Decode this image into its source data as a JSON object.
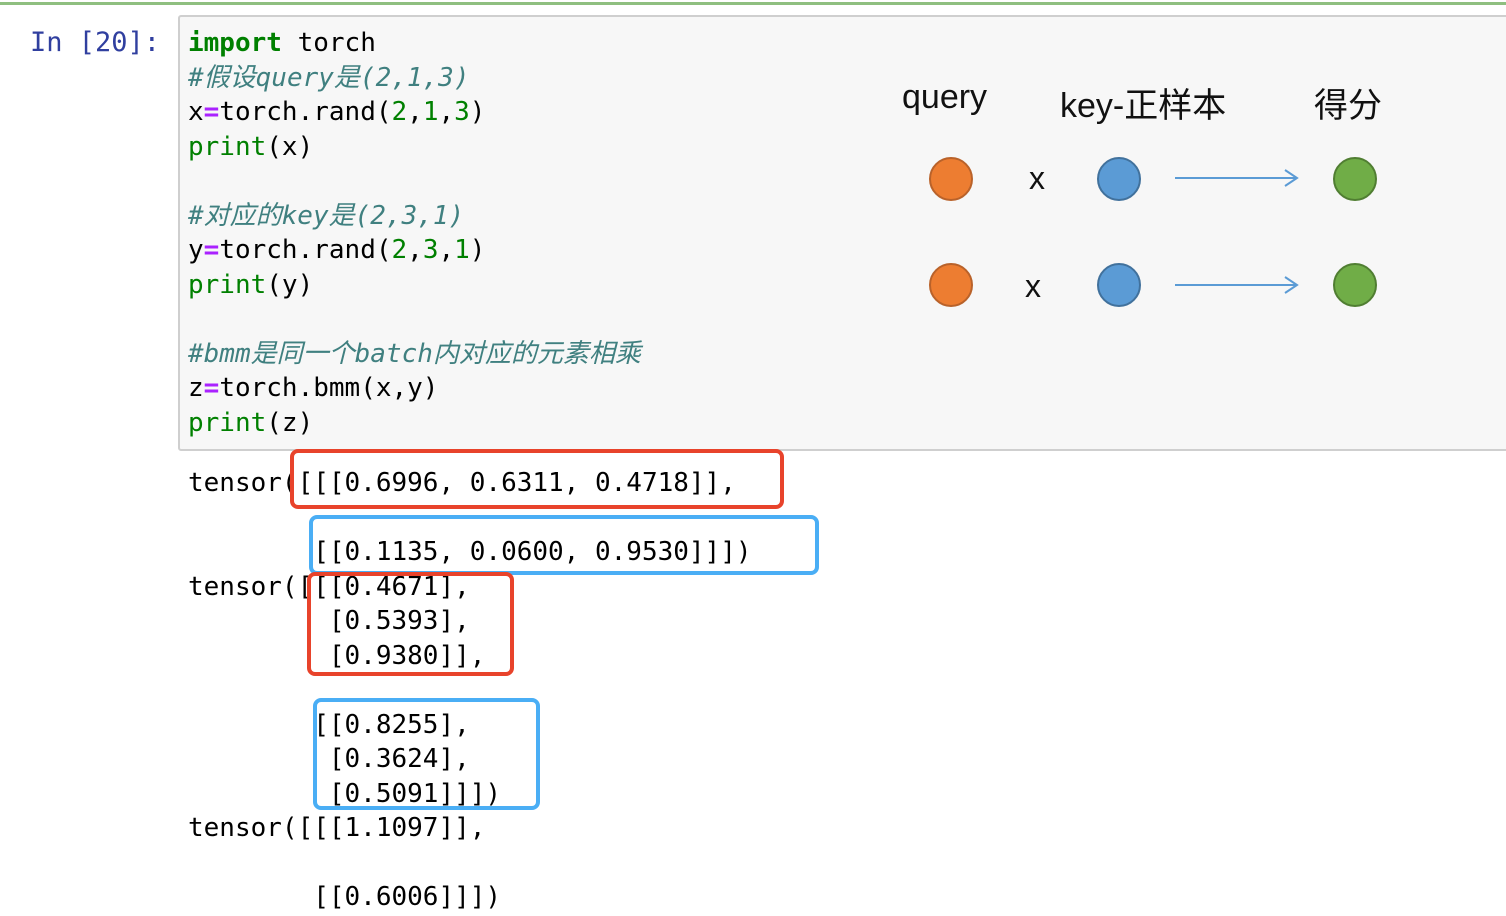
{
  "notebook": {
    "prompt": "In [20]:",
    "code_lines": [
      [
        {
          "t": "import",
          "c": "kw"
        },
        {
          "t": " torch",
          "c": ""
        }
      ],
      [
        {
          "t": "#假设query是(2,1,3)",
          "c": "cm"
        }
      ],
      [
        {
          "t": "x",
          "c": ""
        },
        {
          "t": "=",
          "c": "op"
        },
        {
          "t": "torch.rand(",
          "c": ""
        },
        {
          "t": "2",
          "c": "num"
        },
        {
          "t": ",",
          "c": ""
        },
        {
          "t": "1",
          "c": "num"
        },
        {
          "t": ",",
          "c": ""
        },
        {
          "t": "3",
          "c": "num"
        },
        {
          "t": ")",
          "c": ""
        }
      ],
      [
        {
          "t": "print",
          "c": "bi"
        },
        {
          "t": "(x)",
          "c": ""
        }
      ],
      [],
      [
        {
          "t": "#对应的key是(2,3,1)",
          "c": "cm"
        }
      ],
      [
        {
          "t": "y",
          "c": ""
        },
        {
          "t": "=",
          "c": "op"
        },
        {
          "t": "torch.rand(",
          "c": ""
        },
        {
          "t": "2",
          "c": "num"
        },
        {
          "t": ",",
          "c": ""
        },
        {
          "t": "3",
          "c": "num"
        },
        {
          "t": ",",
          "c": ""
        },
        {
          "t": "1",
          "c": "num"
        },
        {
          "t": ")",
          "c": ""
        }
      ],
      [
        {
          "t": "print",
          "c": "bi"
        },
        {
          "t": "(y)",
          "c": ""
        }
      ],
      [],
      [
        {
          "t": "#bmm是同一个batch内对应的元素相乘",
          "c": "cm"
        }
      ],
      [
        {
          "t": "z",
          "c": ""
        },
        {
          "t": "=",
          "c": "op"
        },
        {
          "t": "torch.bmm(x,y)",
          "c": ""
        }
      ],
      [
        {
          "t": "print",
          "c": "bi"
        },
        {
          "t": "(z)",
          "c": ""
        }
      ]
    ],
    "output_lines": [
      "tensor([[[0.6996, 0.6311, 0.4718]],",
      "",
      "        [[0.1135, 0.0600, 0.9530]]])",
      "tensor([[[0.4671],",
      "         [0.5393],",
      "         [0.9380]],",
      "",
      "        [[0.8255],",
      "         [0.3624],",
      "         [0.5091]]])",
      "tensor([[[1.1097]],",
      "",
      "        [[0.6006]]])"
    ]
  },
  "diagram": {
    "labels": {
      "query": "query",
      "key": "key-正样本",
      "score": "得分"
    },
    "operator": "x",
    "rows": 2,
    "colors": {
      "query": "#ed7d31",
      "key": "#5b9bd5",
      "score": "#70ad47",
      "arrow": "#5b9bd5"
    }
  },
  "annotations": {
    "colors": {
      "red": "#e8432b",
      "blue": "#4aaef5"
    }
  }
}
